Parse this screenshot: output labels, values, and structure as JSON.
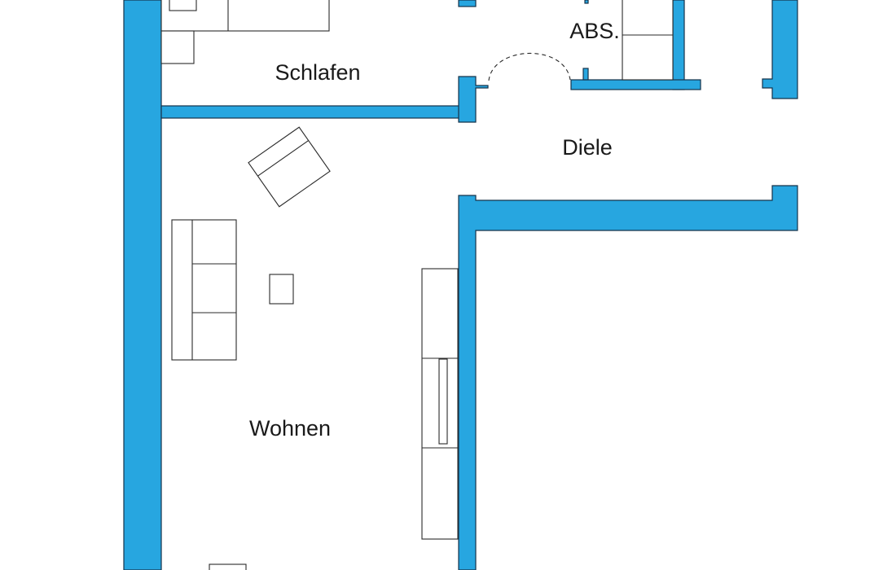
{
  "plan": {
    "wall_color": "#27a6e0",
    "rooms": {
      "schlafen": "Schlafen",
      "abstellraum": "ABS.",
      "diele": "Diele",
      "wohnen": "Wohnen"
    }
  }
}
